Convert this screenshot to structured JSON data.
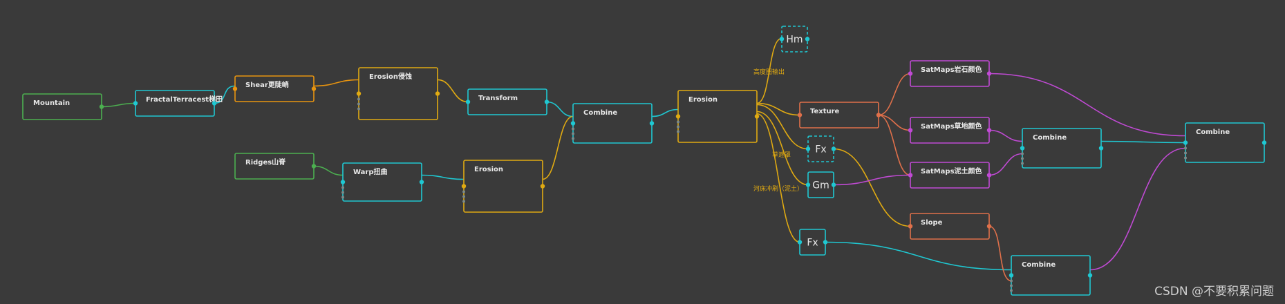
{
  "colors": {
    "background": "#3a3a3a",
    "green": "#4caf50",
    "cyan": "#1fc8d2",
    "orange": "#e8940f",
    "yellow": "#e0aa12",
    "magenta": "#c04ad4",
    "coral": "#e0704a",
    "port_gray": "#7a8a8a"
  },
  "nodes": [
    {
      "id": "mountain",
      "label": "Mountain",
      "color": "green"
    },
    {
      "id": "fractal_terraces",
      "label": "FractalTerracest梯田",
      "color": "cyan"
    },
    {
      "id": "shear",
      "label": "Shear更陡峭",
      "color": "orange"
    },
    {
      "id": "erosion1",
      "label": "Erosion侵蚀",
      "color": "yellow"
    },
    {
      "id": "transform",
      "label": "Transform",
      "color": "cyan"
    },
    {
      "id": "combine1",
      "label": "Combine",
      "color": "cyan"
    },
    {
      "id": "ridges",
      "label": "Ridges山脊",
      "color": "green"
    },
    {
      "id": "warp",
      "label": "Warp扭曲",
      "color": "cyan"
    },
    {
      "id": "erosion2",
      "label": "Erosion",
      "color": "yellow"
    },
    {
      "id": "erosion3",
      "label": "Erosion",
      "color": "yellow"
    },
    {
      "id": "hm",
      "label": "Hm",
      "color": "cyan"
    },
    {
      "id": "texture",
      "label": "Texture",
      "color": "coral"
    },
    {
      "id": "fx1",
      "label": "Fx",
      "color": "cyan"
    },
    {
      "id": "gm",
      "label": "Gm",
      "color": "cyan"
    },
    {
      "id": "fx2",
      "label": "Fx",
      "color": "cyan"
    },
    {
      "id": "satmaps_rock",
      "label": "SatMaps岩石颜色",
      "color": "magenta"
    },
    {
      "id": "satmaps_grass",
      "label": "SatMaps草地颜色",
      "color": "magenta"
    },
    {
      "id": "satmaps_soil",
      "label": "SatMaps泥土颜色",
      "color": "magenta"
    },
    {
      "id": "slope",
      "label": "Slope",
      "color": "coral"
    },
    {
      "id": "combine2",
      "label": "Combine",
      "color": "cyan"
    },
    {
      "id": "combine3",
      "label": "Combine",
      "color": "cyan"
    },
    {
      "id": "combine4",
      "label": "Combine",
      "color": "cyan"
    }
  ],
  "edge_labels": {
    "heightmap_output": "高度图输出",
    "grass_cover": "草遮罩",
    "river_wash": "河床冲刷（泥土）"
  },
  "watermark": "CSDN @不要积累问题"
}
